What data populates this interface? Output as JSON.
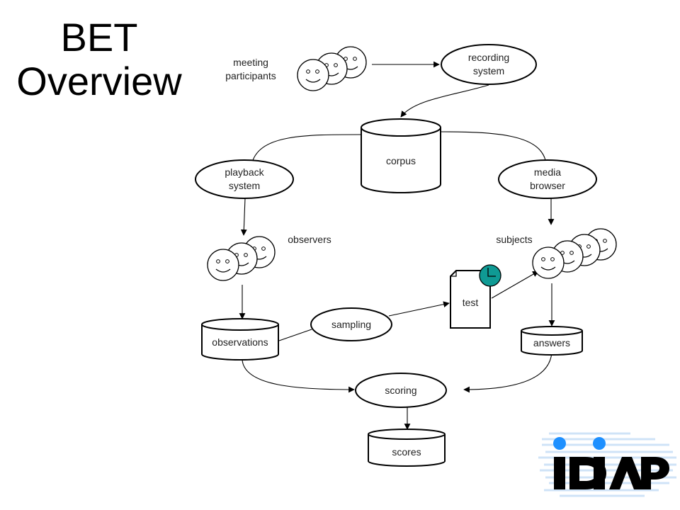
{
  "title": {
    "line1": "BET",
    "line2": "Overview"
  },
  "labels": {
    "meeting_line1": "meeting",
    "meeting_line2": "participants",
    "recording_line1": "recording",
    "recording_line2": "system",
    "corpus": "corpus",
    "playback_line1": "playback",
    "playback_line2": "system",
    "media_line1": "media",
    "media_line2": "browser",
    "observers": "observers",
    "subjects": "subjects",
    "test": "test",
    "sampling": "sampling",
    "observations": "observations",
    "answers": "answers",
    "scoring": "scoring",
    "scores": "scores"
  },
  "logo": {
    "text": "IDIAP",
    "primary_color": "#000000",
    "accent_color": "#1e90ff",
    "stripe_color": "#cfe3f7"
  },
  "colors": {
    "clock": "#0f9a94",
    "face": "#ffffff",
    "stroke": "#000000"
  }
}
